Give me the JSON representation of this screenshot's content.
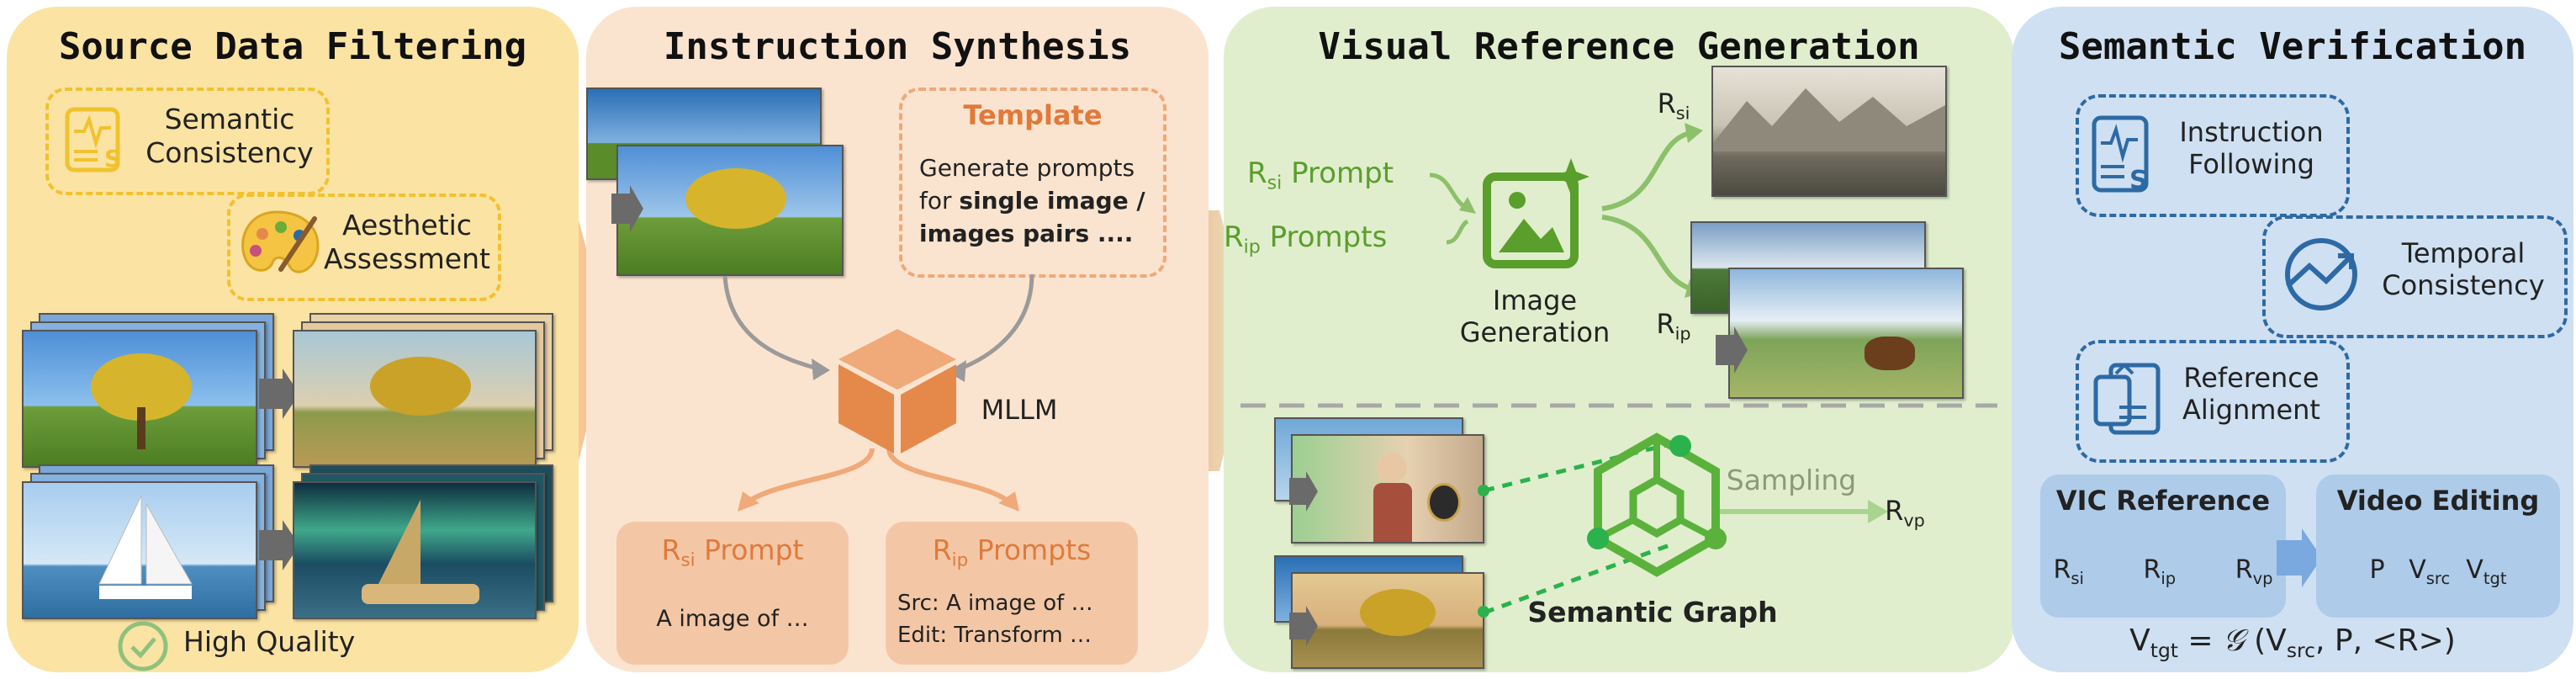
{
  "colors": {
    "filter_bg": "#fbe3a3",
    "synth_bg": "#fbe4cf",
    "visual_bg": "#e0eecd",
    "verify_bg": "#cfe0f2",
    "orange": "#e5894a",
    "green": "#6aab3c",
    "blue": "#2d6aa5"
  },
  "filtering": {
    "title": "Source Data Filtering",
    "semantic": "Semantic Consistency",
    "aesthetic": "Aesthetic Assessment",
    "quality": "High Quality",
    "icons": [
      "document-chart-icon",
      "palette-icon",
      "check-circle-icon"
    ]
  },
  "synthesis": {
    "title": "Instruction Synthesis",
    "template_title": "Template",
    "template_line1": "Generate prompts",
    "template_line2": "for ",
    "template_bold": "single image /",
    "template_line3": "images pairs ....",
    "mllm": "MLLM",
    "rsi_r": "R",
    "rsi_sub": "si",
    "rsi_suffix": " Prompt",
    "rsi_text": "A image of …",
    "rip_r": "R",
    "rip_sub": "ip",
    "rip_suffix": " Prompts",
    "rip_src": "Src: A image of …",
    "rip_edit": "Edit: Transform …"
  },
  "visual": {
    "title": "Visual Reference Generation",
    "rsi_prompt_r": "R",
    "rsi_prompt_sub": "si",
    "rsi_prompt_suffix": " Prompt",
    "rip_prompt_r": "R",
    "rip_prompt_sub": "ip",
    "rip_prompt_suffix": " Prompts",
    "image_gen": "Image Generation",
    "out_rsi_r": "R",
    "out_rsi_sub": "si",
    "out_rip_r": "R",
    "out_rip_sub": "ip",
    "sampling": "Sampling",
    "rvp_r": "R",
    "rvp_sub": "vp",
    "graph": "Semantic Graph"
  },
  "verification": {
    "title": "Semantic Verification",
    "instr": "Instruction Following",
    "temporal": "Temporal Consistency",
    "ref": "Reference Alignment",
    "vic_title": "VIC Reference",
    "vic_r1": "R",
    "vic_s1": "si",
    "vic_r2": "R",
    "vic_s2": "ip",
    "vic_r3": "R",
    "vic_s3": "vp",
    "edit_title": "Video Editing",
    "edit_p": "P",
    "edit_v1": "V",
    "edit_s1": "src",
    "edit_v2": "V",
    "edit_s2": "tgt",
    "formula_v": "V",
    "formula_vsub": "tgt",
    "formula_eq": " = ",
    "formula_g": "𝒢",
    "formula_open": " (V",
    "formula_src": "src",
    "formula_rest": ", P, <R>)"
  }
}
